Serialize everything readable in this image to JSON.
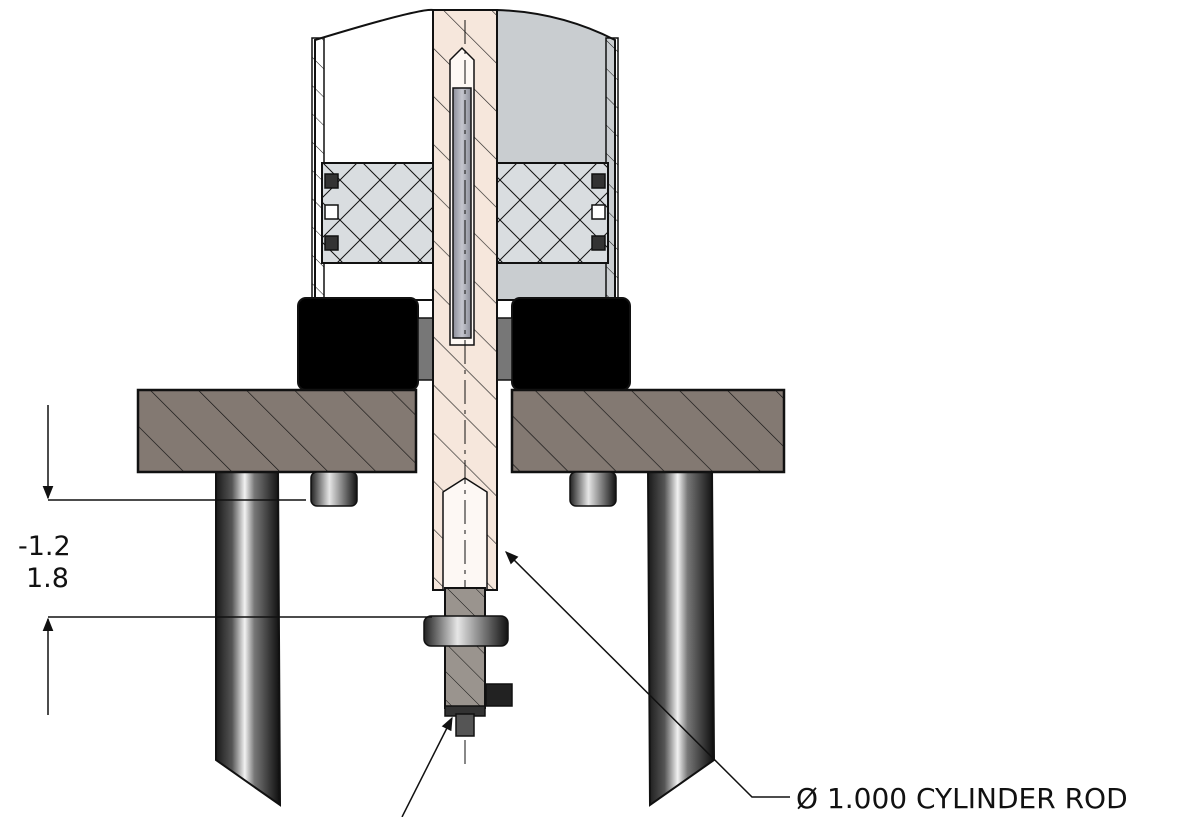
{
  "drawing": {
    "dimension": {
      "tolerance_upper": "-1.2",
      "tolerance_lower": "1.8"
    },
    "callout": {
      "label": "Ø 1.000 CYLINDER ROD"
    }
  },
  "colors": {
    "outline": "#111111",
    "flange_fill": "#837972",
    "cylinder_wall": "#c9cdd0",
    "piston_fill": "#d9dde0",
    "rod_fill": "#f6e7dc",
    "rod_bore": "#fdf8f4",
    "stud_fill": "#a8a9b4",
    "gland_fill": "#000000",
    "fitting_fill": "#9a948e"
  }
}
